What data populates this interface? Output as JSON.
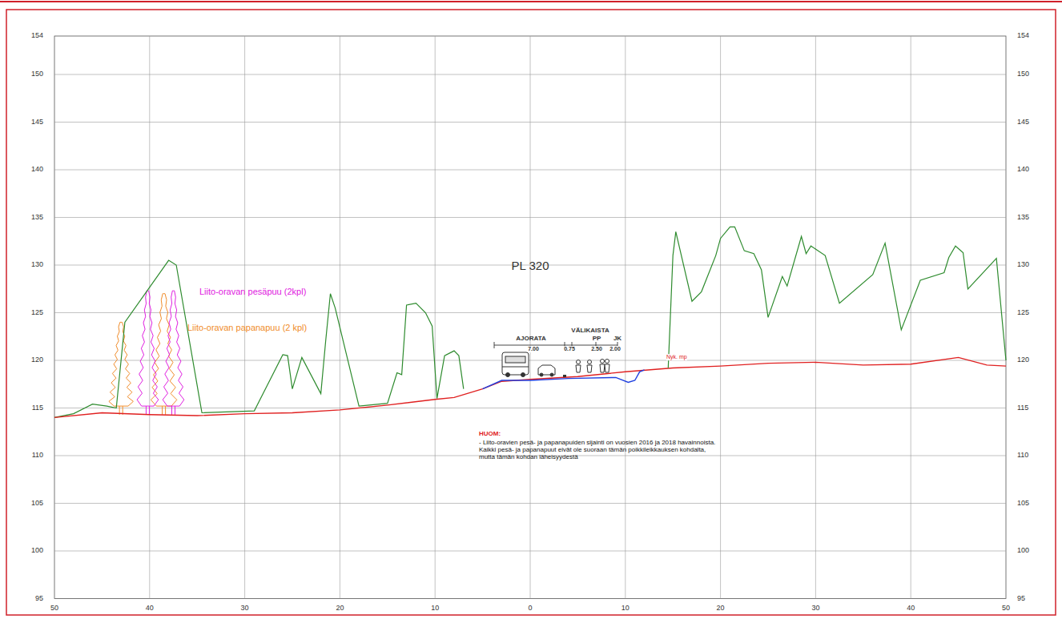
{
  "diagram": {
    "labels": [
      "154",
      "150",
      "145",
      "140",
      "135",
      "130",
      "125",
      "120",
      "115",
      "110",
      "105",
      "100",
      "95",
      "154",
      "150",
      "145",
      "140",
      "135",
      "130",
      "125",
      "120",
      "115",
      "110",
      "105",
      "100",
      "95",
      "50",
      "40",
      "30",
      "20",
      "10",
      "0",
      "10",
      "20",
      "30",
      "40",
      "50",
      "PL 320",
      "Liito-oravan pesäpuu (2kpl)",
      "Liito-oravan papanapuu (2 kpl)",
      "AJORATA",
      "VÄLIKAISTA",
      "PP",
      "JK",
      "7.00",
      "0.75",
      "2.50",
      "2.00",
      "Nyk. mp",
      "HUOM:",
      "- Liito-oravien pesä- ja papanapuiden sijainti on vuosien 2016 ja 2018 havainnoista. Kaikki pesä- ja papanapuut eivät ole suoraan tämän poikkileikkauksen kohdalta, mutta tämän kohdan läheisyydestä"
    ]
  }
}
